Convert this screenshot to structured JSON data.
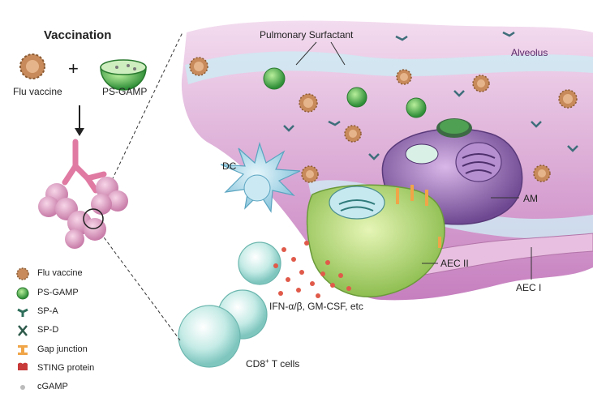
{
  "vaccination": {
    "title": "Vaccination",
    "flu_vaccine": "Flu vaccine",
    "plus": "+",
    "ps_gamp": "PS-GAMP"
  },
  "labels": {
    "pulmonary_surfactant": "Pulmonary Surfactant",
    "alveolus": "Alveolus",
    "dc": "DC",
    "am": "AM",
    "aec_ii": "AEC II",
    "aec_i": "AEC I",
    "cytokines": "IFN-α/β, GM-CSF, etc",
    "cd8": "CD8",
    "cd8_sup": "+",
    "cd8_tail": " T cells"
  },
  "legend": [
    {
      "label": "Flu vaccine",
      "icon": "flu-vaccine-icon"
    },
    {
      "label": "PS-GAMP",
      "icon": "ps-gamp-icon"
    },
    {
      "label": "SP-A",
      "icon": "sp-a-icon"
    },
    {
      "label": "SP-D",
      "icon": "sp-d-icon"
    },
    {
      "label": "Gap junction",
      "icon": "gap-junction-icon"
    },
    {
      "label": "STING protein",
      "icon": "sting-protein-icon"
    },
    {
      "label": "cGAMP",
      "icon": "cgamp-icon"
    }
  ],
  "colors": {
    "alveolus_bg": "#c98bc4",
    "alveolus_light": "#e7c3e2",
    "surfactant": "#bfe2ef",
    "aec2": "#b9dc7a",
    "am": "#8d63a8",
    "dc": "#9ed2e4",
    "tcell": "#bfe6e3",
    "virus": "#c88a5a",
    "psgamp": "#3fa845",
    "lung": "#e9a6c9",
    "cytokine": "#e05a4a"
  }
}
